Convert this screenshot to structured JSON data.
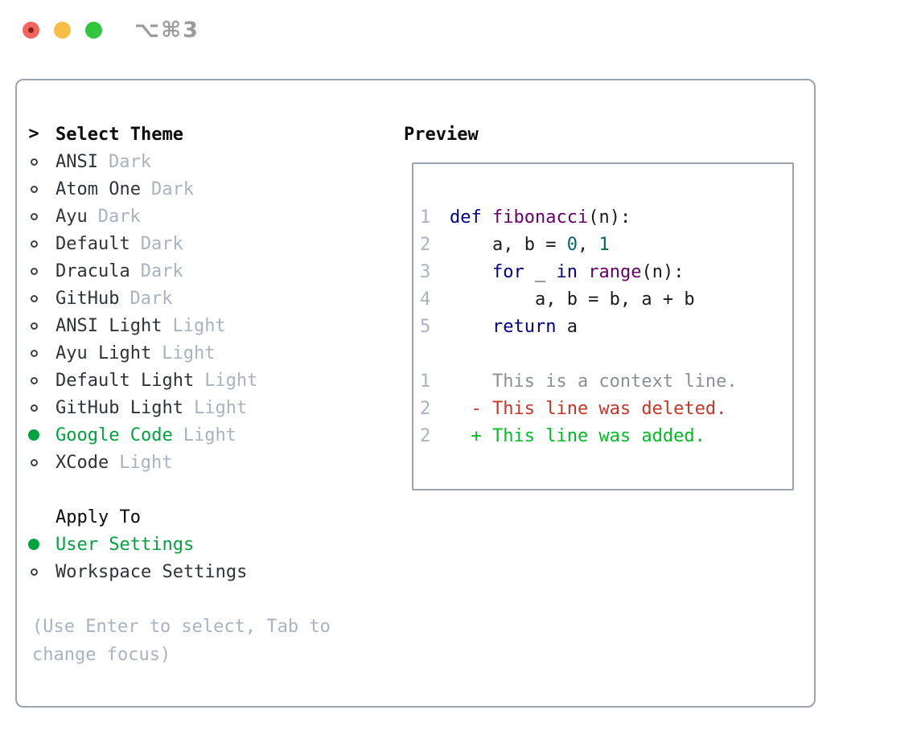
{
  "window": {
    "shortcut_label": "⌥⌘3",
    "traffic_lights": [
      "close",
      "minimize",
      "zoom"
    ]
  },
  "theme_panel": {
    "header_marker": ">",
    "header": "Select Theme",
    "themes": [
      {
        "name": "ANSI",
        "variant": "Dark",
        "selected": false
      },
      {
        "name": "Atom One",
        "variant": "Dark",
        "selected": false
      },
      {
        "name": "Ayu",
        "variant": "Dark",
        "selected": false
      },
      {
        "name": "Default",
        "variant": "Dark",
        "selected": false
      },
      {
        "name": "Dracula",
        "variant": "Dark",
        "selected": false
      },
      {
        "name": "GitHub",
        "variant": "Dark",
        "selected": false
      },
      {
        "name": "ANSI Light",
        "variant": "Light",
        "selected": false
      },
      {
        "name": "Ayu Light",
        "variant": "Light",
        "selected": false
      },
      {
        "name": "Default Light",
        "variant": "Light",
        "selected": false
      },
      {
        "name": "GitHub Light",
        "variant": "Light",
        "selected": false
      },
      {
        "name": "Google Code",
        "variant": "Light",
        "selected": true
      },
      {
        "name": "XCode",
        "variant": "Light",
        "selected": false
      }
    ],
    "apply_to": {
      "header": "Apply To",
      "options": [
        {
          "name": "User Settings",
          "selected": true
        },
        {
          "name": "Workspace Settings",
          "selected": false
        }
      ]
    },
    "help_text": "(Use Enter to select, Tab to change focus)"
  },
  "preview": {
    "header": "Preview",
    "code_lines": [
      {
        "num": "1",
        "tokens": [
          [
            "def ",
            "keyword"
          ],
          [
            "fibonacci",
            "title"
          ],
          [
            "(n):",
            "plain"
          ]
        ]
      },
      {
        "num": "2",
        "tokens": [
          [
            "    a, b = ",
            "plain"
          ],
          [
            "0",
            "number"
          ],
          [
            ", ",
            "plain"
          ],
          [
            "1",
            "number"
          ]
        ]
      },
      {
        "num": "3",
        "tokens": [
          [
            "    ",
            "plain"
          ],
          [
            "for",
            "keyword"
          ],
          [
            " _ ",
            "plain"
          ],
          [
            "in",
            "keyword"
          ],
          [
            " ",
            "plain"
          ],
          [
            "range",
            "title"
          ],
          [
            "(n):",
            "plain"
          ]
        ]
      },
      {
        "num": "4",
        "tokens": [
          [
            "        a, b = b, a + b",
            "plain"
          ]
        ]
      },
      {
        "num": "5",
        "tokens": [
          [
            "    ",
            "plain"
          ],
          [
            "return",
            "keyword"
          ],
          [
            " a",
            "plain"
          ]
        ]
      },
      {
        "num": "",
        "tokens": []
      },
      {
        "num": "1",
        "tokens": [
          [
            "    This is a context line.",
            "context"
          ]
        ]
      },
      {
        "num": "2",
        "tokens": [
          [
            "  - This line was deleted.",
            "deleted"
          ]
        ]
      },
      {
        "num": "2",
        "tokens": [
          [
            "  + This line was added.",
            "added"
          ]
        ]
      }
    ]
  },
  "colors": {
    "accent_green": "#00a33e",
    "panel_border": "#9aa4b1",
    "text_primary": "#2e3338",
    "text_muted": "#a9b3c0",
    "titlebar_gray": "#9b9b9b",
    "traffic_red": "#f2655c",
    "traffic_yellow": "#f8bd45",
    "traffic_green": "#30c63e",
    "syntax": {
      "keyword": "#000088",
      "title": "#660066",
      "number": "#006666",
      "plain": "#1b1b1b",
      "context": "#8b9096",
      "deleted": "#c93425",
      "added": "#00bd23",
      "gutter": "#a9b3c0"
    }
  }
}
